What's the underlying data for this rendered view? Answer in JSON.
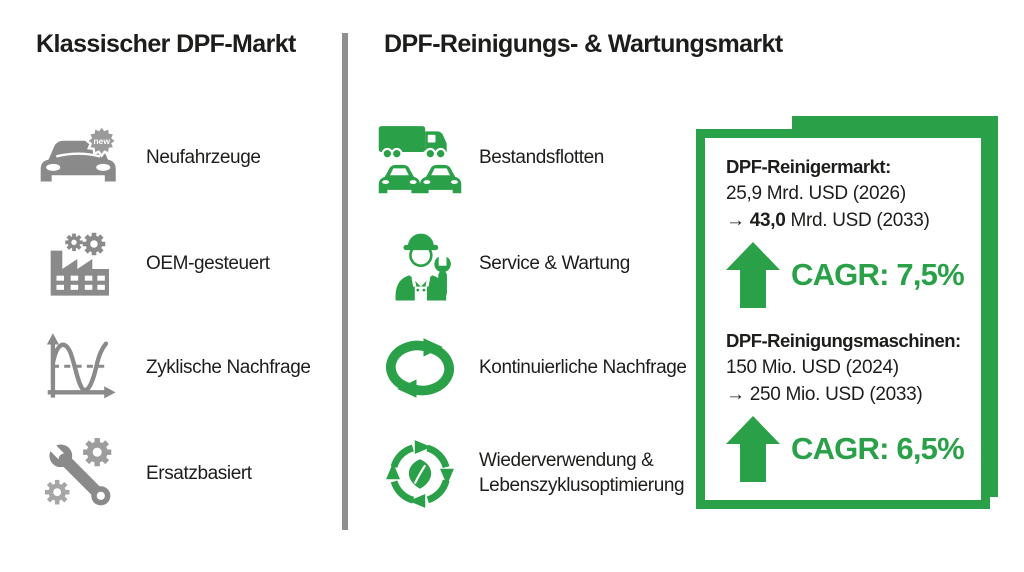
{
  "colors": {
    "accent_green": "#2aa148",
    "icon_gray": "#8a8a8a",
    "divider_gray": "#8f8f8f",
    "text_dark": "#1d1d1b"
  },
  "left_column": {
    "title": "Klassischer DPF-Markt",
    "items": [
      {
        "icon": "new-car-icon",
        "badge": "new",
        "label": "Neufahrzeuge"
      },
      {
        "icon": "factory-gears-icon",
        "label": "OEM-gesteuert"
      },
      {
        "icon": "cyclic-curve-icon",
        "label": "Zyklische Nachfrage"
      },
      {
        "icon": "wrench-gears-icon",
        "label": "Ersatzbasiert"
      }
    ]
  },
  "right_column": {
    "title": "DPF-Reinigungs- & Wartungsmarkt",
    "items": [
      {
        "icon": "truck-cars-fleet-icon",
        "label": "Bestandsflotten"
      },
      {
        "icon": "mechanic-wrench-icon",
        "label": "Service & Wartung"
      },
      {
        "icon": "circular-arrows-icon",
        "label": "Kontinuierliche Nachfrage"
      },
      {
        "icon": "leaf-recycle-icon",
        "label": "Wiederverwendung & Lebenszyklusoptimierung"
      }
    ]
  },
  "info_box": {
    "sections": [
      {
        "heading": "DPF-Reinigermarkt:",
        "line1": "25,9 Mrd. USD (2026)",
        "line2_prefix": "→ ",
        "line2_bold": "43,0",
        "line2_rest": " Mrd. USD (2033)",
        "cagr": "CAGR: 7,5%"
      },
      {
        "heading": "DPF-Reinigungsmaschinen:",
        "line1": "150 Mio. USD (2024)",
        "line2_prefix": "→ ",
        "line2_bold": "",
        "line2_rest": "250 Mio. USD (2033)",
        "cagr": "CAGR: 6,5%"
      }
    ]
  }
}
